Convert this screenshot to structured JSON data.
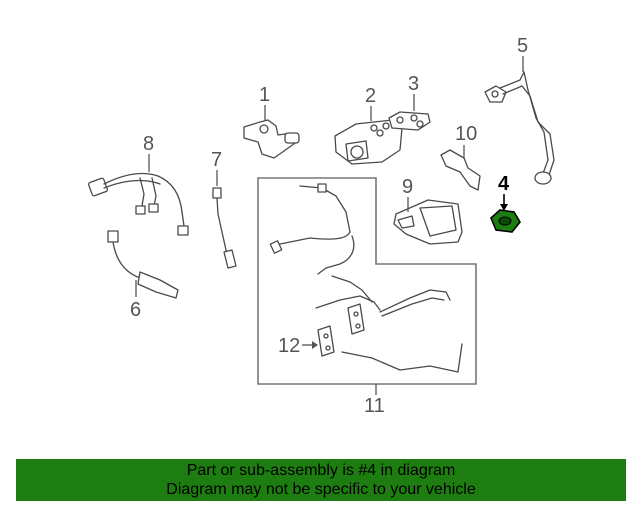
{
  "diagram": {
    "callouts": [
      "1",
      "2",
      "3",
      "4",
      "5",
      "6",
      "7",
      "8",
      "9",
      "10",
      "11",
      "12"
    ],
    "highlight_part": "4",
    "highlight_color": "#1e7d10"
  },
  "banner": {
    "line1": "Part or sub-assembly is #4 in diagram",
    "line2": "Diagram may not be specific to your vehicle",
    "background": "#1e7d10"
  }
}
